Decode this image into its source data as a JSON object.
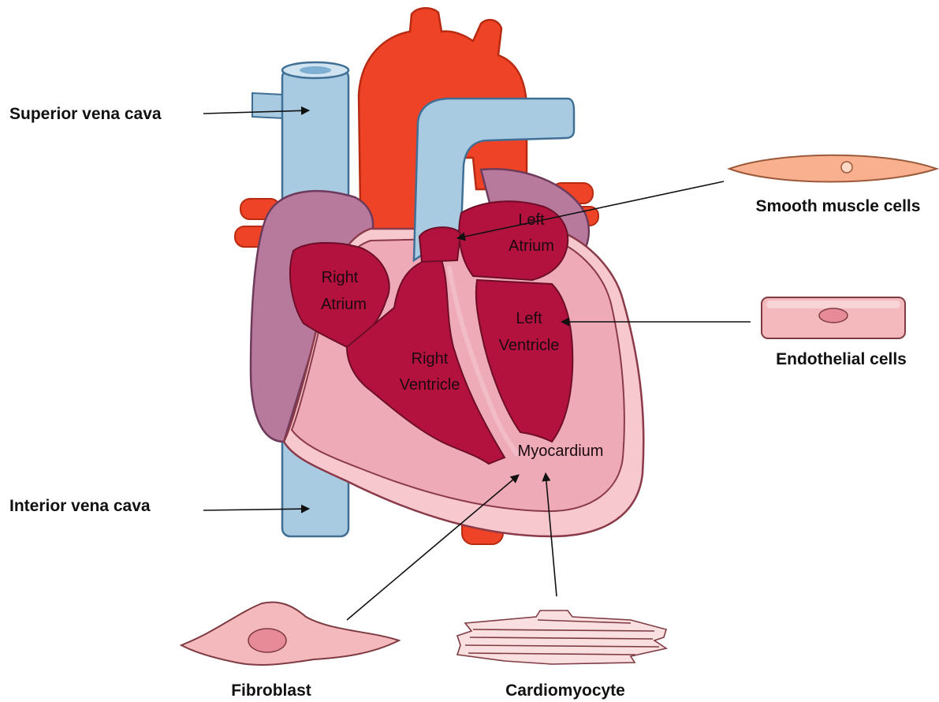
{
  "colors": {
    "vein": "#a9cbe2",
    "vein_stroke": "#3f6f95",
    "artery": "#ee4327",
    "artery_stroke": "#b62b12",
    "outer_wall": "#f7c9cf",
    "inner_wall": "#eeaab6",
    "chamber": "#b3123f",
    "chamber_stroke": "#6e0d28",
    "atrium_shell": "#b77a9d",
    "cell_pink": "#f4b9bc",
    "cell_orange": "#f8b08e",
    "arrow": "#111111"
  },
  "labels": {
    "superior_vena_cava": "Superior vena cava",
    "interior_vena_cava": "Interior vena cava",
    "smooth_muscle_cells": "Smooth muscle cells",
    "endothelial_cells": "Endothelial cells",
    "fibroblast": "Fibroblast",
    "cardiomyocyte": "Cardiomyocyte"
  },
  "chambers": {
    "right_atrium": [
      "Right",
      "Atrium"
    ],
    "left_atrium": [
      "Left",
      "Atrium"
    ],
    "right_ventricle": [
      "Right",
      "Ventricle"
    ],
    "left_ventricle": [
      "Left",
      "Ventricle"
    ],
    "myocardium": "Myocardium"
  },
  "icons": [
    "heart-diagram",
    "smooth-muscle-cell-icon",
    "endothelial-cell-icon",
    "fibroblast-icon",
    "cardiomyocyte-icon"
  ]
}
